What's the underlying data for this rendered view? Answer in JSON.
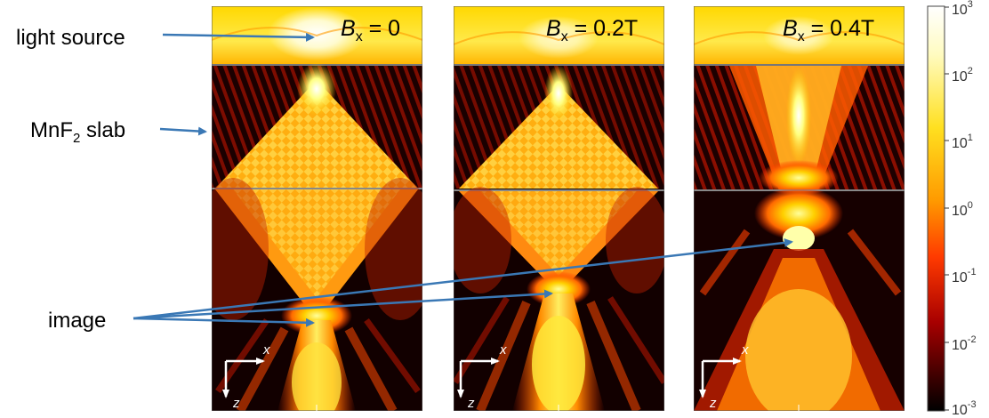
{
  "annotations": {
    "light_source": "light source",
    "slab_base": "MnF",
    "slab_sub": "2",
    "slab_rest": " slab",
    "image": "image"
  },
  "panels": [
    {
      "title_var": "B",
      "title_sub": "x",
      "title_rest": " = 0"
    },
    {
      "title_var": "B",
      "title_sub": "x",
      "title_rest": " = 0.2T"
    },
    {
      "title_var": "B",
      "title_sub": "x",
      "title_rest": " = 0.4T"
    }
  ],
  "axis_labels": {
    "x": "x",
    "z": "z"
  },
  "colorbar": {
    "ticks": [
      {
        "base": "10",
        "exp": "3"
      },
      {
        "base": "10",
        "exp": "2"
      },
      {
        "base": "10",
        "exp": "1"
      },
      {
        "base": "10",
        "exp": "0"
      },
      {
        "base": "10",
        "exp": "-1"
      },
      {
        "base": "10",
        "exp": "-2"
      },
      {
        "base": "10",
        "exp": "-3"
      }
    ]
  },
  "colors": {
    "arrow": "#3a78b5",
    "hot_white": "#ffffff",
    "hot_yellow": "#ffe020",
    "hot_orange": "#ff8c00",
    "hot_red": "#d21200",
    "hot_dark": "#1a0000"
  }
}
